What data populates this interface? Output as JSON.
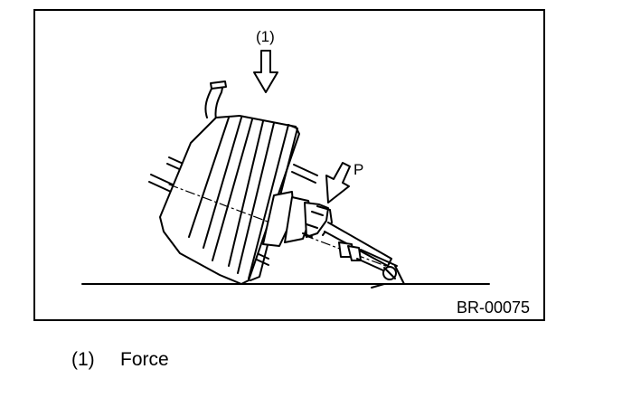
{
  "figure": {
    "label_force": "(1)",
    "label_p": "P",
    "code": "BR-00075"
  },
  "legend": {
    "items": [
      {
        "number": "(1)",
        "text": "Force"
      }
    ]
  }
}
